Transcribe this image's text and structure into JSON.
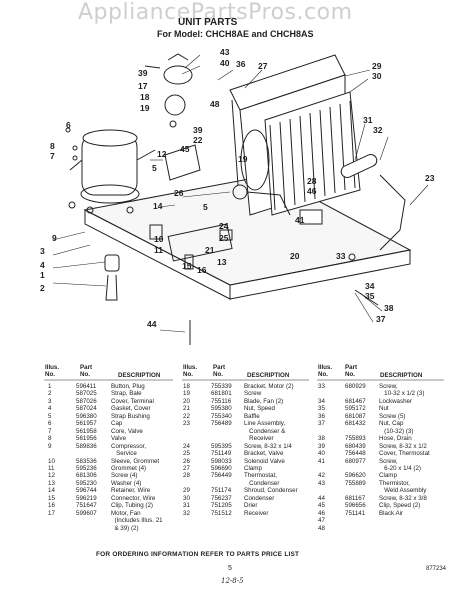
{
  "watermark": "AppliancePartsPros.com",
  "title": "UNIT PARTS",
  "subtitle": "For Model: CHCH8AE and CHCH8AS",
  "callouts": [
    "43",
    "40",
    "36",
    "27",
    "39",
    "17",
    "18",
    "48",
    "19",
    "29",
    "30",
    "6",
    "39",
    "22",
    "12",
    "45",
    "8",
    "7",
    "5",
    "31",
    "32",
    "19",
    "23",
    "26",
    "9",
    "28",
    "46",
    "10",
    "11",
    "14",
    "5",
    "41",
    "3",
    "4",
    "1",
    "2",
    "24",
    "25",
    "21",
    "13",
    "15",
    "16",
    "20",
    "33",
    "34",
    "35",
    "38",
    "37",
    "44"
  ],
  "columns": {
    "illus_no": "Illus.\nNo.",
    "part_no": "Part\nNo.",
    "description": "DESCRIPTION"
  },
  "col1": {
    "illus": [
      "1",
      "2",
      "3",
      "4",
      "5",
      "6",
      "7",
      "8",
      "9",
      "",
      "10",
      "11",
      "12",
      "13",
      "14",
      "15",
      "16",
      "17",
      "",
      ""
    ],
    "part": [
      "596411",
      "587025",
      "587026",
      "587024",
      "596380",
      "561957",
      "561958",
      "561956",
      "589836",
      "",
      "583536",
      "595236",
      "681306",
      "595230",
      "596744",
      "596219",
      "751647",
      "599607",
      "",
      ""
    ],
    "desc": [
      "Button, Plug",
      "Strap, Bale",
      "Cover, Terminal",
      "Gasket, Cover",
      "Strap Bushing",
      "Cap",
      "Core, Valve",
      "Valve",
      "Compressor,",
      "   Service",
      "Sleeve, Grommet",
      "Grommet (4)",
      "Screw (4)",
      "Washer (4)",
      "Retainer, Wire",
      "Connector, Wire",
      "Clip, Tubing (2)",
      "Motor, Fan",
      "  (Includes Illus. 21",
      "  & 39) (2)"
    ]
  },
  "col2": {
    "illus": [
      "18",
      "19",
      "20",
      "21",
      "22",
      "23",
      "",
      "",
      "24",
      "25",
      "26",
      "27",
      "28",
      "",
      "29",
      "30",
      "31",
      "32"
    ],
    "part": [
      "755339",
      "681801",
      "755116",
      "595380",
      "755340",
      "756489",
      "",
      "",
      "595395",
      "751149",
      "598033",
      "596690",
      "756449",
      "",
      "751174",
      "756237",
      "751205",
      "751512"
    ],
    "desc": [
      "Bracket, Motor (2)",
      "Screw",
      "Blade, Fan (2)",
      "Nut, Speed",
      "Baffle",
      "Line Assembly,",
      "   Condenser &",
      "   Receiver",
      "Screw, 8-32 x 1/4",
      "Bracket, Valve",
      "Solenoid Valve",
      "Clamp",
      "Thermostat,",
      "   Condenser",
      "Shroud, Condenser",
      "Condenser",
      "Drier",
      "Receiver"
    ]
  },
  "col3": {
    "illus": [
      "33",
      "",
      "34",
      "35",
      "36",
      "37",
      "",
      "38",
      "39",
      "40",
      "41",
      "",
      "42",
      "43",
      "",
      "44",
      "45",
      "46",
      "47",
      "48"
    ],
    "part": [
      "680929",
      "",
      "681467",
      "595172",
      "681087",
      "681432",
      "",
      "755893",
      "680439",
      "756448",
      "680977",
      "",
      "596620",
      "755889",
      "",
      "681167",
      "596656",
      "751141",
      "",
      ""
    ],
    "desc": [
      "Screw,",
      "   10-32 x 1/2 (3)",
      "Lockwasher",
      "Nut",
      "Screw (5)",
      "Nut, Cap",
      "   (10-32) (3)",
      "Hose, Drain",
      "Screw, 8-32 x 1/2",
      "Cover, Thermostat",
      "Screw,",
      "   6-20 x 1/4 (2)",
      "Clamp",
      "Thermistor,",
      "   Weld Assembly",
      "Screw, 8-32 x 3/8",
      "Clip, Speed (2)",
      "Black Air",
      "",
      ""
    ]
  },
  "footer": "FOR ORDERING INFORMATION REFER TO PARTS PRICE LIST",
  "page_number": "5",
  "handwritten_date": "12-8-5",
  "print_code": "877234"
}
